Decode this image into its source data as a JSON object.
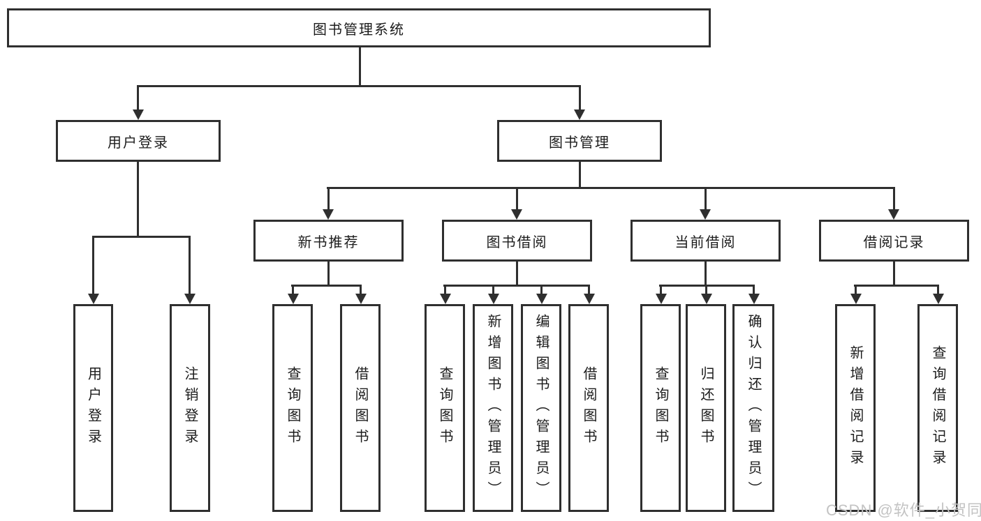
{
  "tree": {
    "root": {
      "label": "图书管理系统"
    },
    "level1": [
      {
        "label": "用户登录",
        "children": [
          {
            "label": "用户登录"
          },
          {
            "label": "注销登录"
          }
        ]
      },
      {
        "label": "图书管理",
        "children": [
          {
            "label": "新书推荐",
            "children": [
              {
                "label": "查询图书"
              },
              {
                "label": "借阅图书"
              }
            ]
          },
          {
            "label": "图书借阅",
            "children": [
              {
                "label": "查询图书"
              },
              {
                "label": "新增图书（管理员）"
              },
              {
                "label": "编辑图书（管理员）"
              },
              {
                "label": "借阅图书"
              }
            ]
          },
          {
            "label": "当前借阅",
            "children": [
              {
                "label": "查询图书"
              },
              {
                "label": "归还图书"
              },
              {
                "label": "确认归还（管理员）"
              }
            ]
          },
          {
            "label": "借阅记录",
            "children": [
              {
                "label": "新增借阅记录"
              },
              {
                "label": "查询借阅记录"
              }
            ]
          }
        ]
      }
    ]
  },
  "watermark": {
    "text": "CSDN @软件_小贺同学"
  },
  "colors": {
    "line": "#2f2f2f",
    "text": "#1c1c1c",
    "watermark": "#c3c3c3",
    "bg": "#ffffff"
  }
}
